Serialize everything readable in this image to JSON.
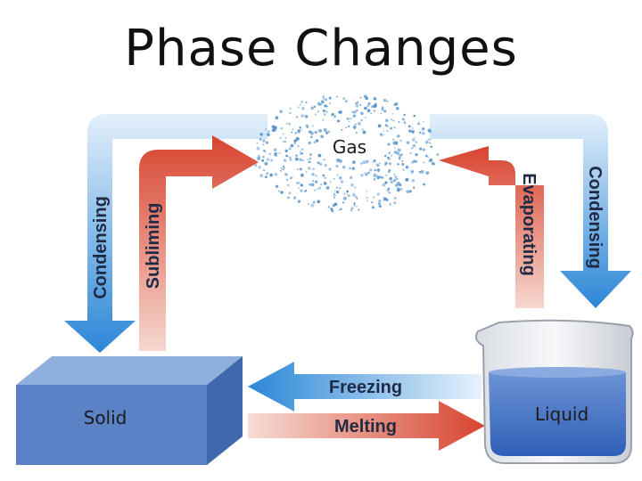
{
  "title": "Phase Changes",
  "states": {
    "gas": "Gas",
    "solid": "Solid",
    "liquid": "Liquid"
  },
  "processes": {
    "condensing_left": "Condensing",
    "subliming": "Subliming",
    "evaporating": "Evaporating",
    "condensing_right": "Condensing",
    "freezing": "Freezing",
    "melting": "Melting"
  },
  "colors": {
    "blue_arrow": "#3a8fd8",
    "red_arrow": "#d9493a",
    "solid_box": "#5b82c4",
    "liquid": "#3f6fc3",
    "gas_dots": "#4f8fc8"
  }
}
